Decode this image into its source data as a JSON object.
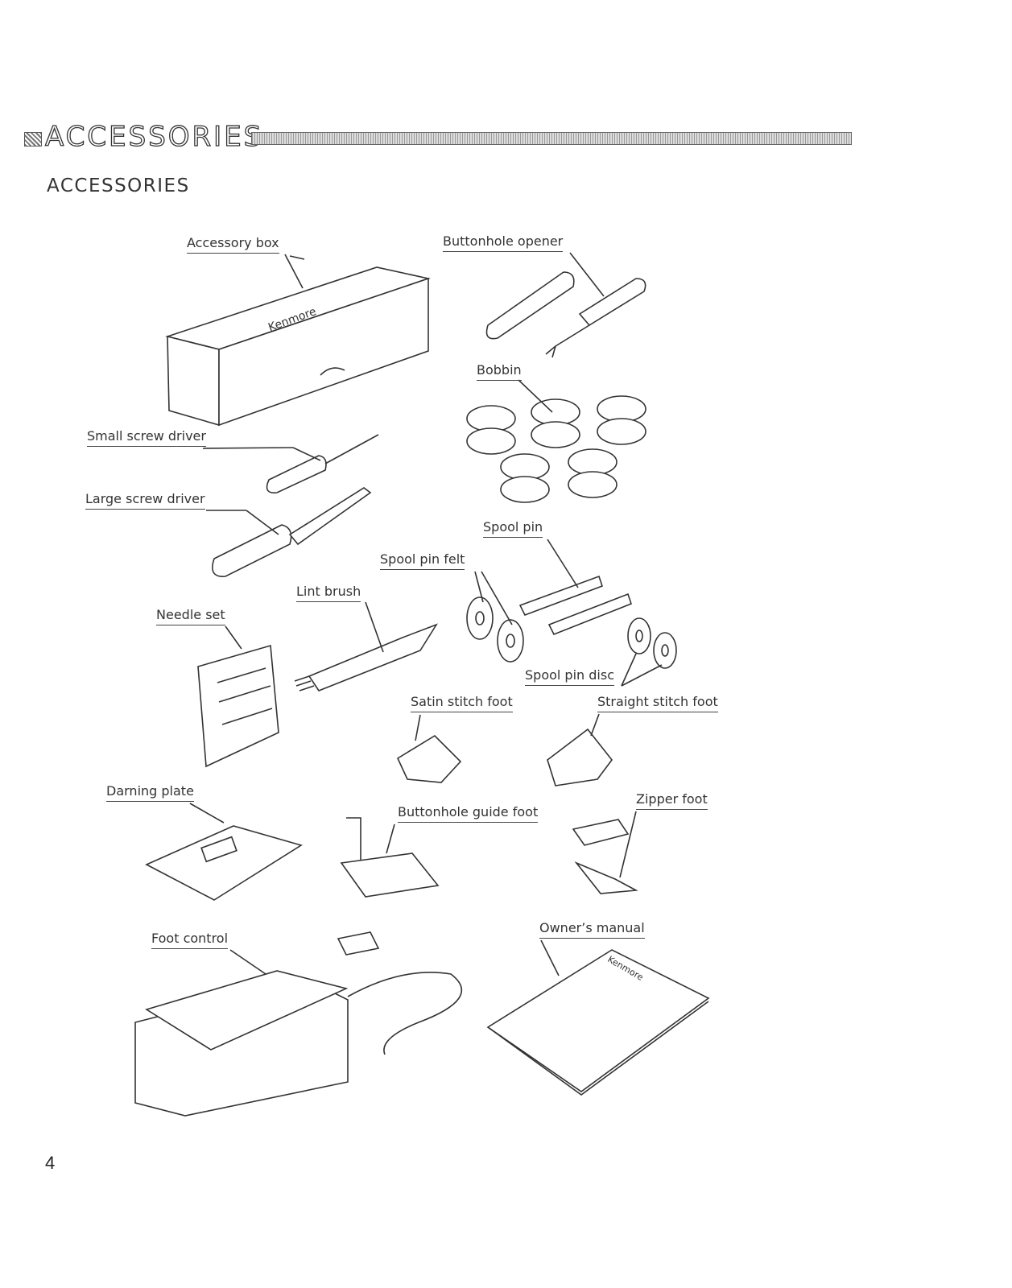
{
  "header": {
    "title": "ACCESSORIES"
  },
  "section": {
    "title": "ACCESSORIES"
  },
  "brand": "Kenmore",
  "labels": {
    "accessory_box": "Accessory box",
    "buttonhole_opener": "Buttonhole opener",
    "bobbin": "Bobbin",
    "small_screw_driver": "Small screw driver",
    "large_screw_driver": "Large screw driver",
    "spool_pin": "Spool pin",
    "spool_pin_felt": "Spool pin felt",
    "lint_brush": "Lint brush",
    "needle_set": "Needle set",
    "spool_pin_disc": "Spool pin disc",
    "satin_stitch_foot": "Satin stitch foot",
    "straight_stitch_foot": "Straight stitch foot",
    "darning_plate": "Darning plate",
    "zipper_foot": "Zipper foot",
    "buttonhole_guide_foot": "Buttonhole guide foot",
    "foot_control": "Foot control",
    "owners_manual": "Owner’s manual"
  },
  "page_number": "4"
}
